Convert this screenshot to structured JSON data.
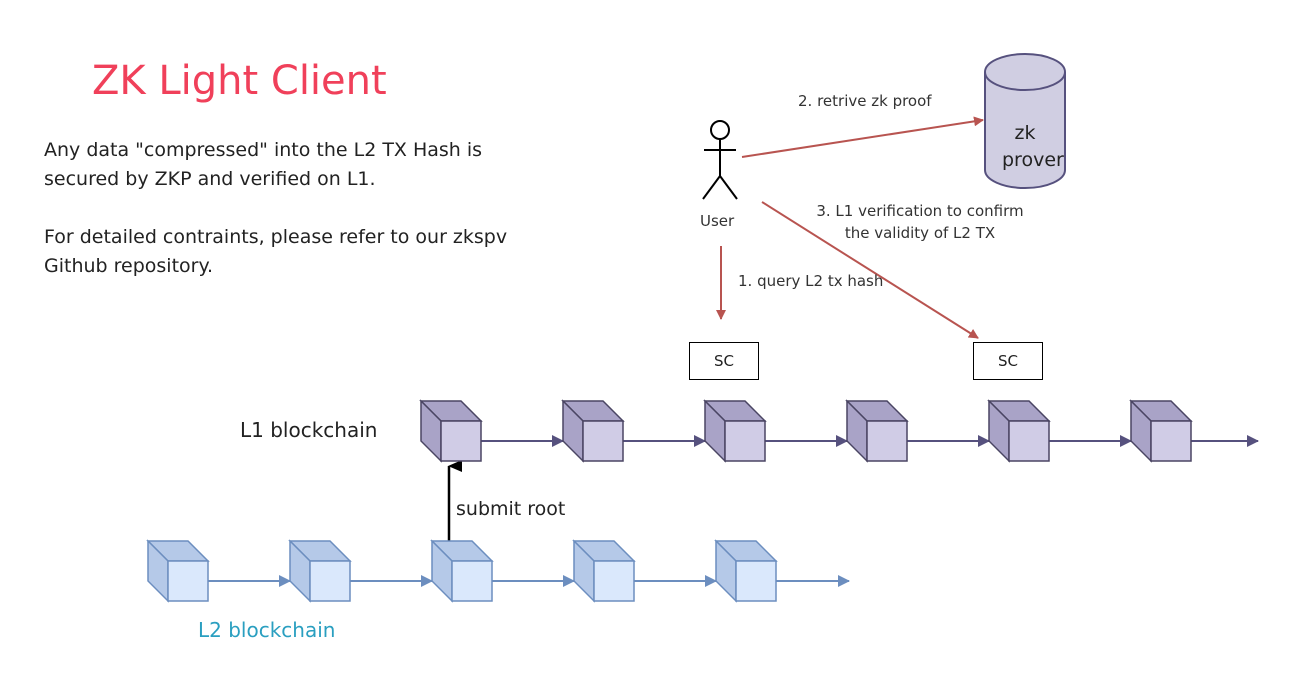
{
  "title": "ZK Light Client",
  "description": {
    "paragraph1": [
      "Any data \"compressed\" into the L2 TX Hash is",
      "secured by ZKP and verified on L1."
    ],
    "paragraph2": [
      "For detailed contraints, please refer to our zkspv",
      "Github repository."
    ]
  },
  "actors": {
    "user": "User",
    "prover": [
      "zk",
      "prover"
    ]
  },
  "steps": {
    "step1": "1. query L2 tx hash",
    "step2": "2. retrive zk proof",
    "step3": [
      "3. L1 verification to confirm",
      "the validity of L2 TX"
    ]
  },
  "contracts": {
    "sc1": "SC",
    "sc2": "SC"
  },
  "chains": {
    "l1": {
      "label": "L1 blockchain",
      "block_count": 6
    },
    "l2": {
      "label": "L2 blockchain",
      "block_count": 5
    },
    "submit_label": "submit root"
  },
  "colors": {
    "title": "#f0405a",
    "l1_block_front": "#d0cce6",
    "l1_block_side": "#a9a3c7",
    "l1_block_stroke": "#4a4563",
    "l2_block_front": "#dae8fc",
    "l2_block_side": "#b5c9e8",
    "l2_block_stroke": "#6c8ebf",
    "flow_arrow": "#b85450",
    "l1_arrow": "#56517e",
    "l2_arrow": "#6c8ebf",
    "l2_label": "#2a9fc0"
  }
}
